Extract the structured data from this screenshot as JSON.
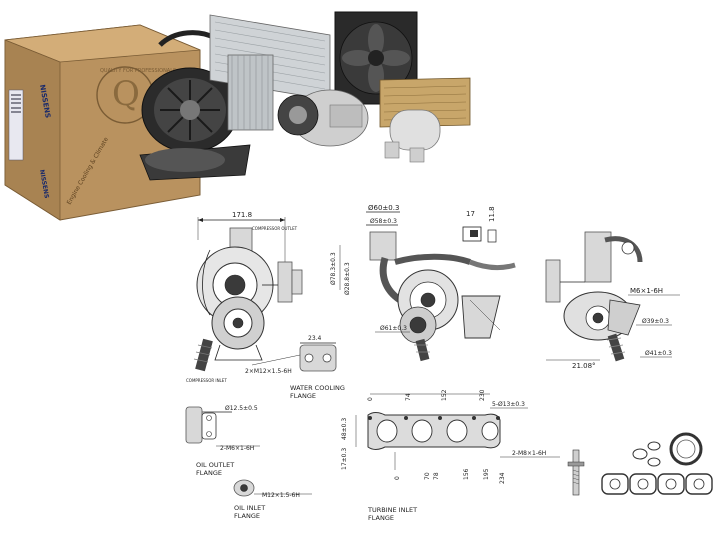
{
  "box": {
    "brand": "NISSENS",
    "side_text": "Engine Cooling & Climate",
    "seal_text": "QUALITY FOR PROFESSIONALS"
  },
  "dimensions": {
    "turbo_front": {
      "width": "171.8",
      "inlet_note": "COMPRESSOR OUTLET",
      "outlet_note": "COMPRESSOR INLET",
      "flange_thread": "2×M12×1.5-6H",
      "flange_dim": "23.4"
    },
    "turbo_top": {
      "d60": "Ø60±0.3",
      "d58": "Ø58±0.3",
      "d78": "Ø78.3±0.3",
      "d28": "Ø28.8±0.3",
      "d61": "Ø61±0.3",
      "box_w": "17",
      "box_h": "11.8"
    },
    "turbo_side": {
      "thread": "M6×1-6H",
      "d39": "Ø39±0.3",
      "d41": "Ø41±0.3",
      "angle": "21.08°"
    },
    "oil_outlet": {
      "d12": "Ø12.5±0.5",
      "thread": "2-M6×1-6H"
    },
    "oil_inlet": {
      "thread": "M12×1.5-6H"
    },
    "turbine_inlet": {
      "top_marks": [
        "0",
        "74",
        "152",
        "230"
      ],
      "bottom_marks": [
        "0",
        "70",
        "78",
        "156",
        "195",
        "234"
      ],
      "holes": "5-Ø13±0.3",
      "height": "48±0.3",
      "low": "17±0.3",
      "thread": "2-M8×1-6H"
    }
  },
  "captions": {
    "water": [
      "WATER COOLING",
      "FLANGE"
    ],
    "oil_outlet": [
      "OIL OUTLET",
      "FLANGE"
    ],
    "oil_inlet": [
      "OIL INLET",
      "FLANGE"
    ],
    "turbine": [
      "TURBINE INLET",
      "FLANGE"
    ]
  }
}
